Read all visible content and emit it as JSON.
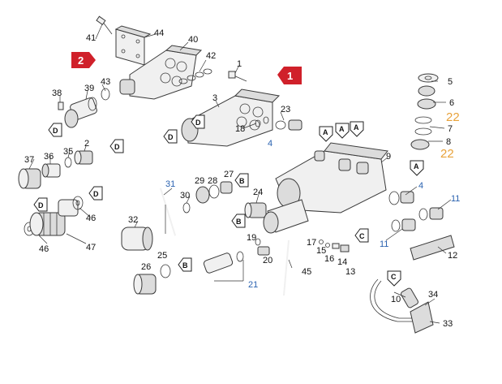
{
  "diagram": {
    "part_labels": [
      {
        "id": "p41",
        "text": "41"
      },
      {
        "id": "p44",
        "text": "44"
      },
      {
        "id": "p40",
        "text": "40"
      },
      {
        "id": "p42",
        "text": "42"
      },
      {
        "id": "p43",
        "text": "43"
      },
      {
        "id": "p1",
        "text": "1"
      },
      {
        "id": "p38",
        "text": "38"
      },
      {
        "id": "p39",
        "text": "39"
      },
      {
        "id": "p3",
        "text": "3"
      },
      {
        "id": "p23",
        "text": "23"
      },
      {
        "id": "p18",
        "text": "18"
      },
      {
        "id": "p4a",
        "text": "4"
      },
      {
        "id": "p5",
        "text": "5"
      },
      {
        "id": "p6",
        "text": "6"
      },
      {
        "id": "p22a",
        "text": "22"
      },
      {
        "id": "p7",
        "text": "7"
      },
      {
        "id": "p8",
        "text": "8"
      },
      {
        "id": "p22b",
        "text": "22"
      },
      {
        "id": "p37",
        "text": "37"
      },
      {
        "id": "p36",
        "text": "36"
      },
      {
        "id": "p35",
        "text": "35"
      },
      {
        "id": "p2",
        "text": "2"
      },
      {
        "id": "p9",
        "text": "9"
      },
      {
        "id": "p4b",
        "text": "4"
      },
      {
        "id": "p11a",
        "text": "11"
      },
      {
        "id": "p31",
        "text": "31"
      },
      {
        "id": "p29",
        "text": "29"
      },
      {
        "id": "p28",
        "text": "28"
      },
      {
        "id": "p27",
        "text": "27"
      },
      {
        "id": "p30",
        "text": "30"
      },
      {
        "id": "p24",
        "text": "24"
      },
      {
        "id": "p46a",
        "text": "46"
      },
      {
        "id": "p32",
        "text": "32"
      },
      {
        "id": "p46b",
        "text": "46"
      },
      {
        "id": "p47",
        "text": "47"
      },
      {
        "id": "p11b",
        "text": "11"
      },
      {
        "id": "p12",
        "text": "12"
      },
      {
        "id": "p19",
        "text": "19"
      },
      {
        "id": "p17",
        "text": "17"
      },
      {
        "id": "p15",
        "text": "15"
      },
      {
        "id": "p16",
        "text": "16"
      },
      {
        "id": "p14",
        "text": "14"
      },
      {
        "id": "p13",
        "text": "13"
      },
      {
        "id": "p20",
        "text": "20"
      },
      {
        "id": "p26",
        "text": "26"
      },
      {
        "id": "p25",
        "text": "25"
      },
      {
        "id": "p45",
        "text": "45"
      },
      {
        "id": "p21",
        "text": "21"
      },
      {
        "id": "p10",
        "text": "10"
      },
      {
        "id": "p34",
        "text": "34"
      },
      {
        "id": "p33",
        "text": "33"
      }
    ],
    "markers": [
      {
        "id": "mD1",
        "text": "D"
      },
      {
        "id": "mD2",
        "text": "D"
      },
      {
        "id": "mD3",
        "text": "D"
      },
      {
        "id": "mD4",
        "text": "D"
      },
      {
        "id": "mD5",
        "text": "D"
      },
      {
        "id": "mD6",
        "text": "D"
      },
      {
        "id": "mA1",
        "text": "A"
      },
      {
        "id": "mA2",
        "text": "A"
      },
      {
        "id": "mA3",
        "text": "A"
      },
      {
        "id": "mA4",
        "text": "A"
      },
      {
        "id": "mB1",
        "text": "B"
      },
      {
        "id": "mB2",
        "text": "B"
      },
      {
        "id": "mB3",
        "text": "B"
      },
      {
        "id": "mC1",
        "text": "C"
      },
      {
        "id": "mC2",
        "text": "C"
      }
    ],
    "badges": [
      {
        "id": "b1",
        "text": "1"
      },
      {
        "id": "b2",
        "text": "2"
      }
    ],
    "colors": {
      "badge_red": "#d0202a",
      "label_blue": "#2a62b0",
      "label_orange": "#e8a23a"
    }
  }
}
